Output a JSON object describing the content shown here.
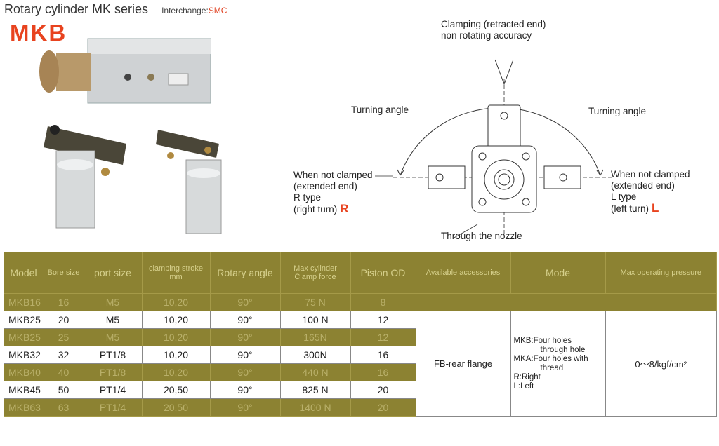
{
  "header": {
    "title": "Rotary cylinder MK series",
    "interchange_label": "Interchange:",
    "interchange_value": "SMC"
  },
  "model_code": "MKB",
  "diagram": {
    "clamping": "Clamping (retracted end)\nnon rotating accuracy",
    "turning_left": "Turning angle",
    "turning_right": "Turning angle",
    "left_text": "When not clamped\n(extended end)\nR type\n(right turn)",
    "left_mark": "R",
    "right_text": "When not clamped\n(extended end)\nL type\n(left turn)",
    "right_mark": "L",
    "nozzle": "Through the nozzle"
  },
  "table": {
    "headers": {
      "model": "Model",
      "bore": "Bore size",
      "port": "port size",
      "stroke": "clamping stroke mm",
      "angle": "Rotary angle",
      "force": "Max cylinder Clamp force",
      "piston": "Piston OD",
      "acc": "Available accessories",
      "mode": "Mode",
      "pressure": "Max operating pressure"
    },
    "rows": [
      {
        "model": "MKB16",
        "bore": "16",
        "port": "M5",
        "stroke": "10,20",
        "angle": "90°",
        "force": "75 N",
        "piston": "8"
      },
      {
        "model": "MKB25",
        "bore": "20",
        "port": "M5",
        "stroke": "10,20",
        "angle": "90°",
        "force": "100 N",
        "piston": "12"
      },
      {
        "model": "MKB25",
        "bore": "25",
        "port": "M5",
        "stroke": "10,20",
        "angle": "90°",
        "force": "165N",
        "piston": "12"
      },
      {
        "model": "MKB32",
        "bore": "32",
        "port": "PT1/8",
        "stroke": "10,20",
        "angle": "90°",
        "force": "300N",
        "piston": "16"
      },
      {
        "model": "MKB40",
        "bore": "40",
        "port": "PT1/8",
        "stroke": "10,20",
        "angle": "90°",
        "force": "440 N",
        "piston": "16"
      },
      {
        "model": "MKB45",
        "bore": "50",
        "port": "PT1/4",
        "stroke": "20,50",
        "angle": "90°",
        "force": "825 N",
        "piston": "20"
      },
      {
        "model": "MKB63",
        "bore": "63",
        "port": "PT1/4",
        "stroke": "20,50",
        "angle": "90°",
        "force": "1400 N",
        "piston": "20"
      }
    ],
    "accessories": "FB-rear flange",
    "mode_lines": [
      "MKB:Four holes",
      "through hole",
      "MKA:Four holes with",
      "thread",
      "R:Right",
      "L:Left"
    ],
    "pressure": "0～8/kgf/cm²"
  }
}
